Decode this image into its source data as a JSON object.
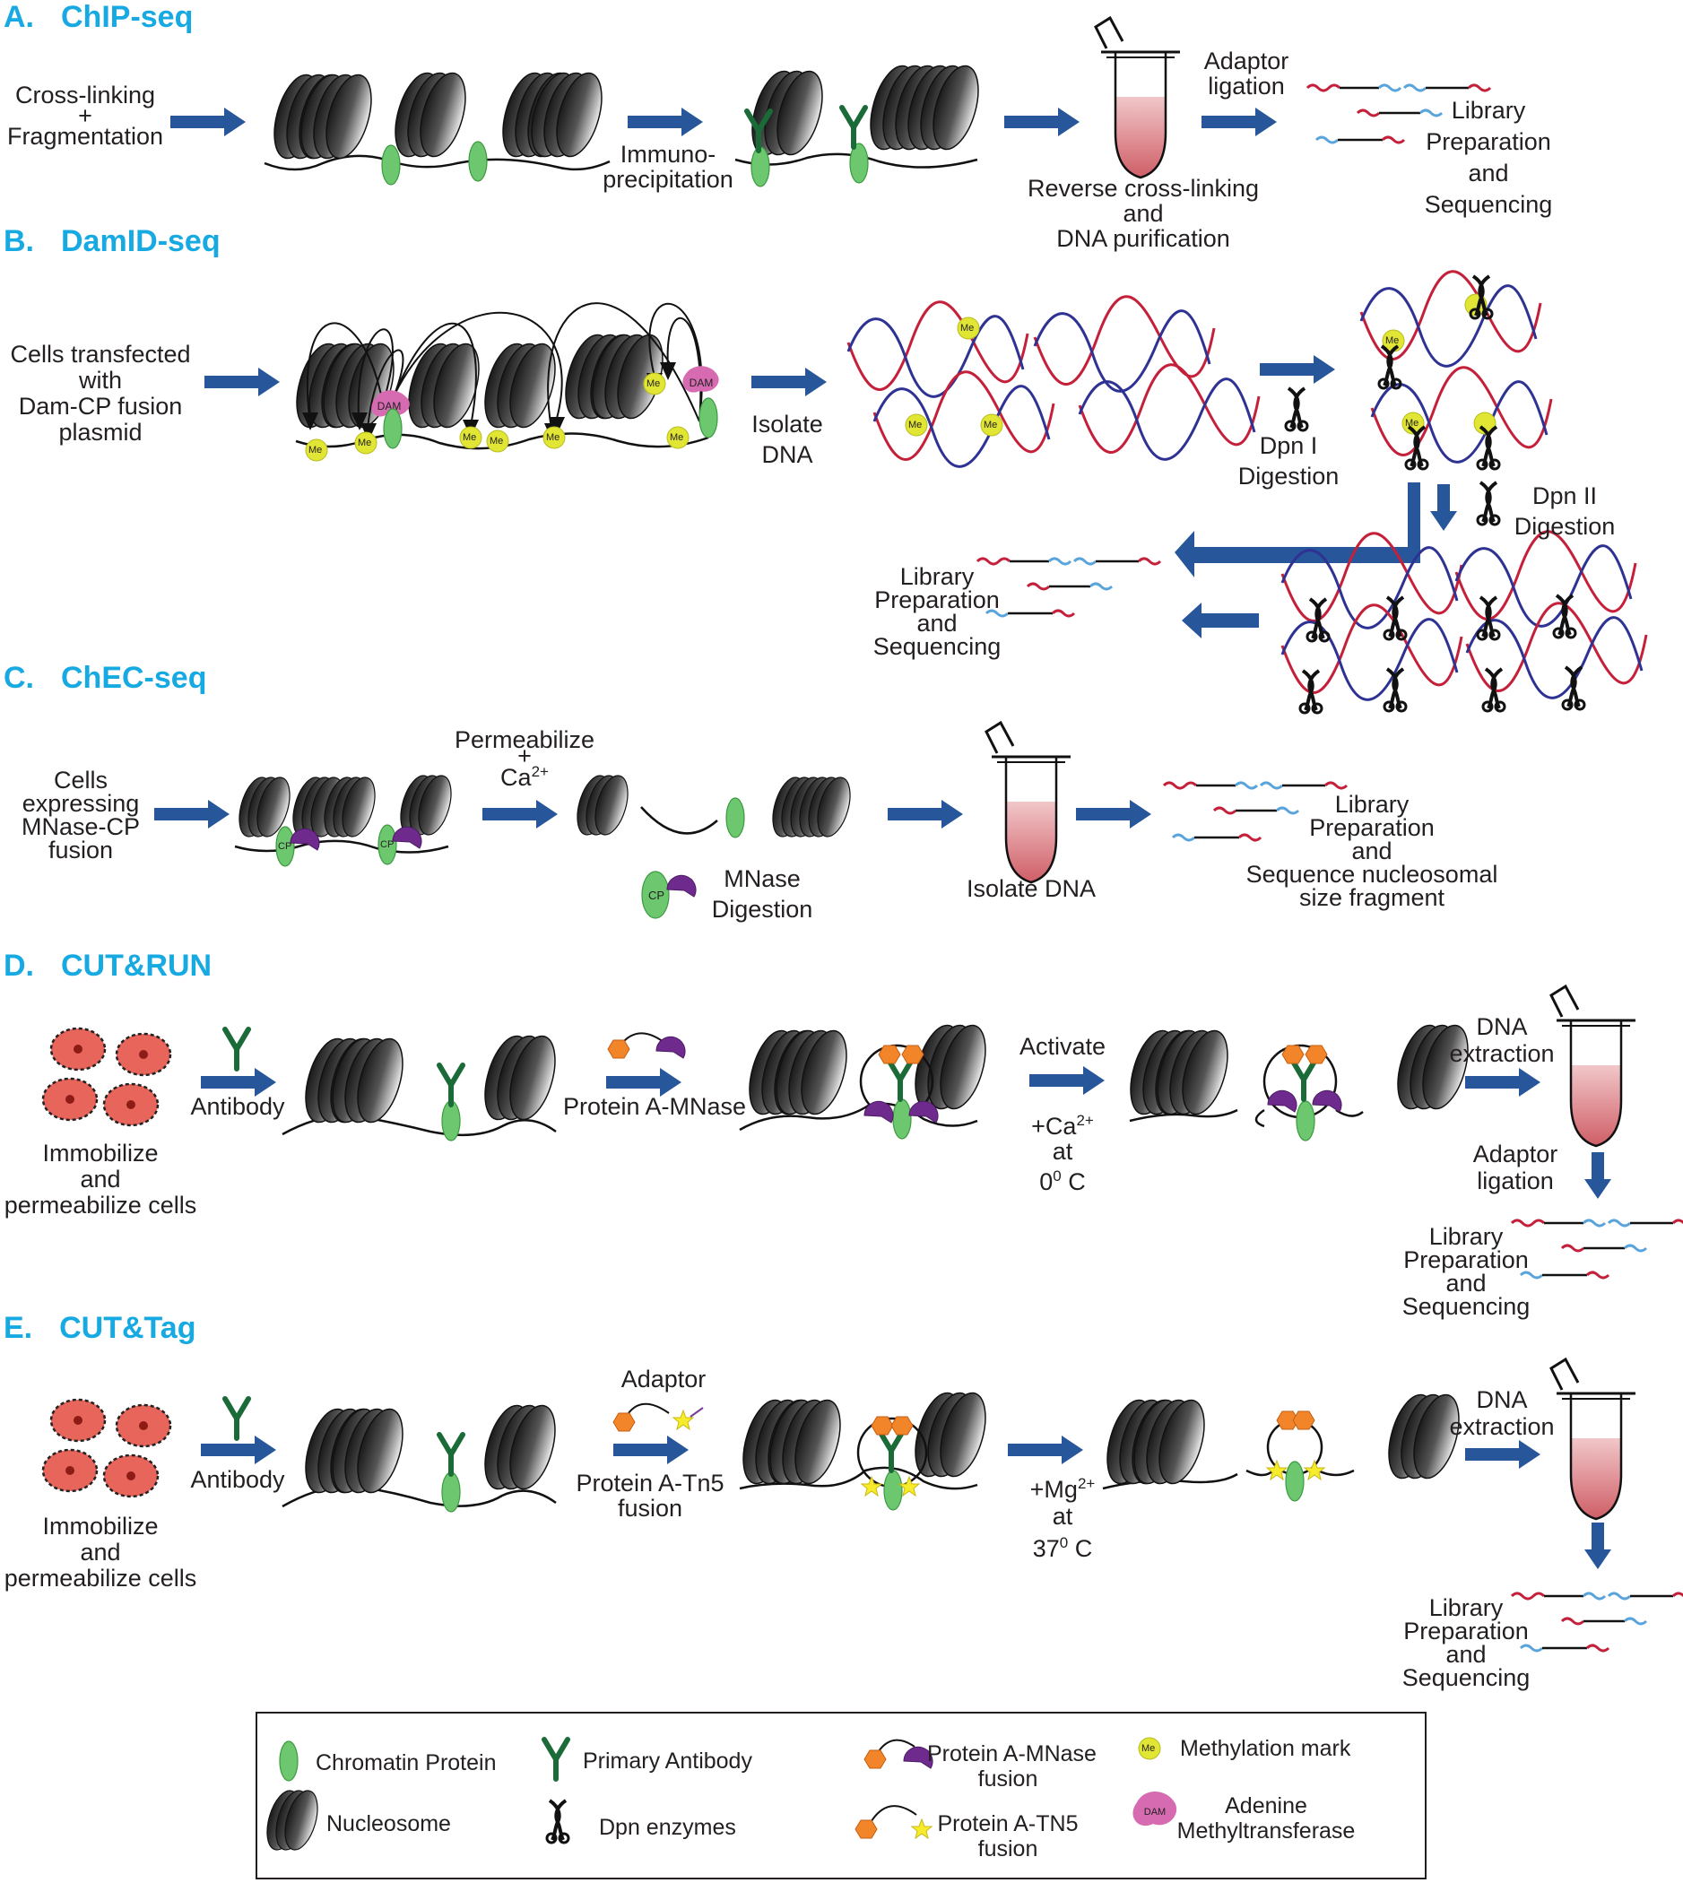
{
  "colors": {
    "heading": "#17a9e1",
    "arrow": "#27569b",
    "protein": "#6cc76e",
    "antibody": "#1b6b38",
    "methyl": "#e0e633",
    "dam": "#d76bb2",
    "mnase": "#6e2b8d",
    "proteinA": "#f2852a",
    "tn5": "#f7ec2c",
    "cell": "#e8655c",
    "tube_liquid": "#d9797f",
    "dna_red": "#c5203a",
    "dna_blue": "#2e3292",
    "dna_light": "#5aa4dc"
  },
  "icons": [
    "nucleosome-icon",
    "chromatin-protein-icon",
    "antibody-icon",
    "methylation-mark-icon",
    "dam-icon",
    "dpn-enzyme-icon",
    "mnase-icon",
    "protein-a-icon",
    "tn5-icon",
    "tube-icon",
    "cell-icon",
    "dna-fragment-icon"
  ],
  "panel_a": {
    "letter": "A.",
    "title": "ChIP-seq",
    "step1": [
      "Cross-linking",
      "+",
      "Fragmentation"
    ],
    "step2": [
      "Immuno-",
      "precipitation"
    ],
    "step3": [
      "Reverse cross-linking",
      "and",
      "DNA purification"
    ],
    "step4": [
      "Adaptor",
      "ligation"
    ],
    "step5": [
      "Library",
      "Preparation",
      "and",
      "Sequencing"
    ]
  },
  "panel_b": {
    "letter": "B.",
    "title": "DamID-seq",
    "step1": [
      "Cells transfected",
      "with",
      "Dam-CP fusion",
      "plasmid"
    ],
    "step2": [
      "Isolate",
      "DNA"
    ],
    "step3": [
      "Dpn I",
      "Digestion"
    ],
    "step4": [
      "Dpn II",
      "Digestion"
    ],
    "step5": [
      "Library",
      "Preparation",
      "and",
      "Sequencing"
    ],
    "me_label": "Me",
    "dam_label": "DAM"
  },
  "panel_c": {
    "letter": "C.",
    "title": "ChEC-seq",
    "step1": [
      "Cells",
      "expressing",
      "MNase-CP",
      "fusion"
    ],
    "step2a": "Permeabilize",
    "step2b": "+",
    "step2c": "Ca",
    "step2c_sup": "2+",
    "step3": [
      "MNase",
      "Digestion"
    ],
    "step4": "Isolate DNA",
    "step5": [
      "Library",
      "Preparation",
      "and",
      "Sequence nucleosomal",
      "size fragment"
    ],
    "cp_label": "CP"
  },
  "panel_d": {
    "letter": "D.",
    "title": "CUT&RUN",
    "step1": [
      "Immobilize",
      "and",
      "permeabilize cells"
    ],
    "step2": "Antibody",
    "step3": "Protein A-MNase",
    "step4a": "Activate",
    "step4b": "+Ca",
    "step4b_sup": "2+",
    "step4c": "at",
    "step4d": "0",
    "step4d_sup": "0",
    "step4d_unit": " C",
    "step5": [
      "DNA",
      "extraction"
    ],
    "step6": [
      "Adaptor",
      "ligation"
    ],
    "step7": [
      "Library",
      "Preparation",
      "and",
      "Sequencing"
    ]
  },
  "panel_e": {
    "letter": "E.",
    "title": "CUT&Tag",
    "step1": [
      "Immobilize",
      "and",
      "permeabilize cells"
    ],
    "step2": "Antibody",
    "step3a": "Adaptor",
    "step3b": [
      "Protein A-Tn5",
      "fusion"
    ],
    "step4a": "+Mg",
    "step4a_sup": "2+",
    "step4b": "at",
    "step4c": "37",
    "step4c_sup": "0",
    "step4c_unit": " C",
    "step5": [
      "DNA",
      "extraction"
    ],
    "step6": [
      "Library",
      "Preparation",
      "and",
      "Sequencing"
    ]
  },
  "legend": {
    "chromatin_protein": "Chromatin Protein",
    "nucleosome": "Nucleosome",
    "primary_antibody": "Primary Antibody",
    "dpn_enzymes": "Dpn enzymes",
    "protein_a_mnase": [
      "Protein A-MNase",
      "fusion"
    ],
    "protein_a_tn5": [
      "Protein A-TN5",
      "fusion"
    ],
    "methylation_mark": "Methylation mark",
    "adenine_methyltransferase": [
      "Adenine",
      "Methyltransferase"
    ]
  }
}
